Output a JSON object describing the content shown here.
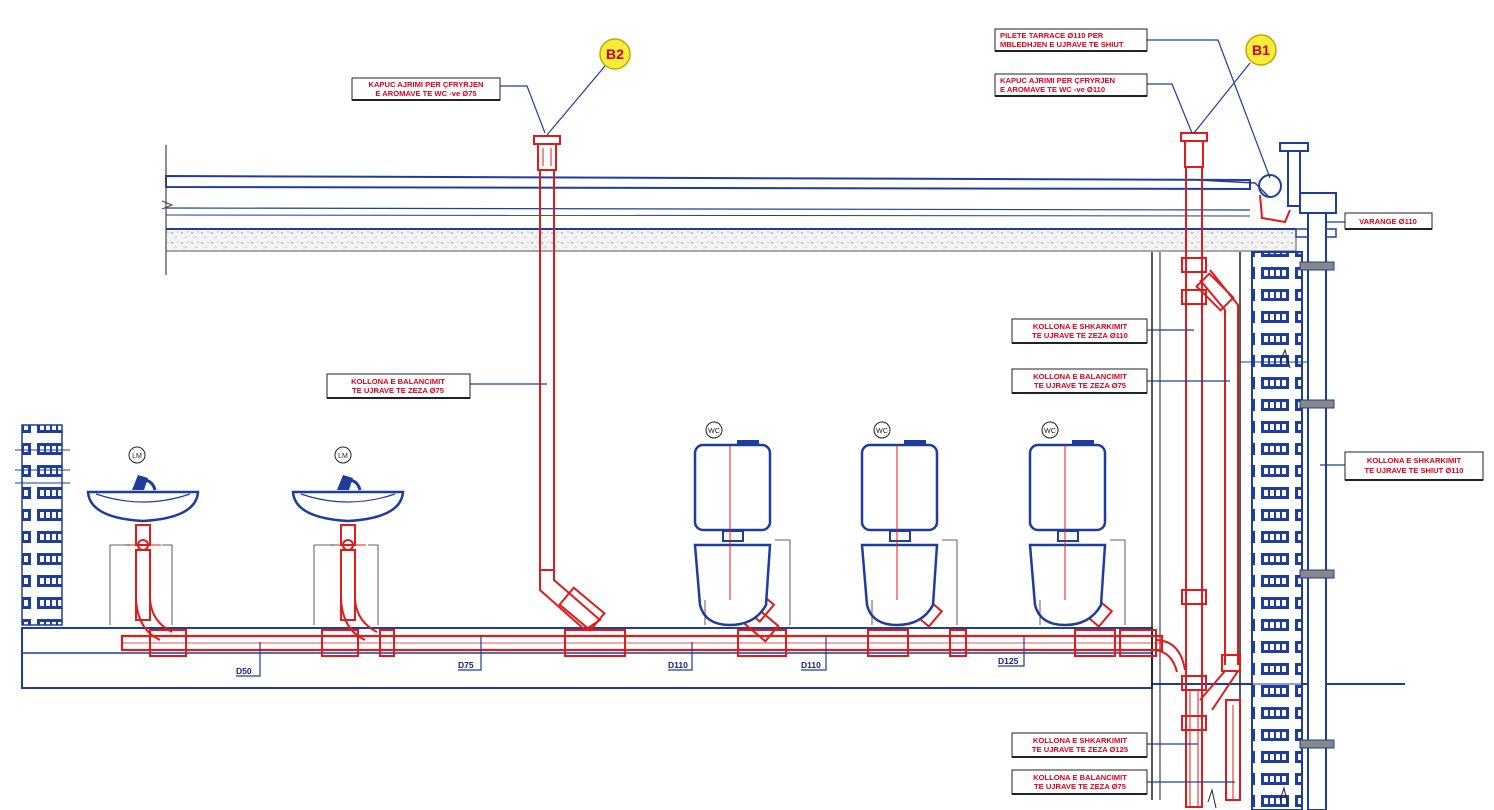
{
  "title": "",
  "colors": {
    "structure": "#1e3d9c",
    "pipe": "#e01b1b",
    "callout_text": "#e0001a",
    "bubble_fill": "#f6ec3a",
    "leader": "#1e3d9c"
  },
  "bubbles": {
    "b1": "B1",
    "b2": "B2"
  },
  "fixtures": {
    "lm_1": "LM",
    "lm_2": "LM",
    "wc_1": "WC",
    "wc_2": "WC",
    "wc_3": "WC"
  },
  "callouts": {
    "vent_cap_b2": [
      "KAPUC AJRIMI PER ÇFRYRJEN",
      "E AROMAVE TE WC -ve  Ø75"
    ],
    "terrace_drain_b1": [
      "PILETE TARRACE Ø110 PER",
      "MBLEDHJEN E UJRAVE TE SHIUT"
    ],
    "vent_cap_b1": [
      "KAPUC AJRIMI PER ÇFRYRJEN",
      "E AROMAVE TE WC -ve  Ø110"
    ],
    "gutter": [
      "VARANGE Ø110"
    ],
    "balancing_column_left": [
      "KOLLONA E BALANCIMIT",
      "TE UJRAVE TE ZEZA  Ø75"
    ],
    "discharge_column_110": [
      "KOLLONA E SHKARKIMIT",
      "TE UJRAVE TE ZEZA  Ø110"
    ],
    "balancing_column_75": [
      "KOLLONA E BALANCIMIT",
      "TE UJRAVE TE ZEZA  Ø75"
    ],
    "rain_column": [
      "KOLLONA E SHKARKIMIT",
      "TE UJRAVE TE SHIUT Ø110"
    ],
    "discharge_column_125": [
      "KOLLONA E SHKARKIMIT",
      "TE UJRAVE TE ZEZA  Ø125"
    ],
    "balancing_column_bottom": [
      "KOLLONA E BALANCIMIT",
      "TE UJRAVE TE ZEZA  Ø75"
    ]
  },
  "pipe_sizes": [
    "D50",
    "D75",
    "D110",
    "D110",
    "D125"
  ]
}
